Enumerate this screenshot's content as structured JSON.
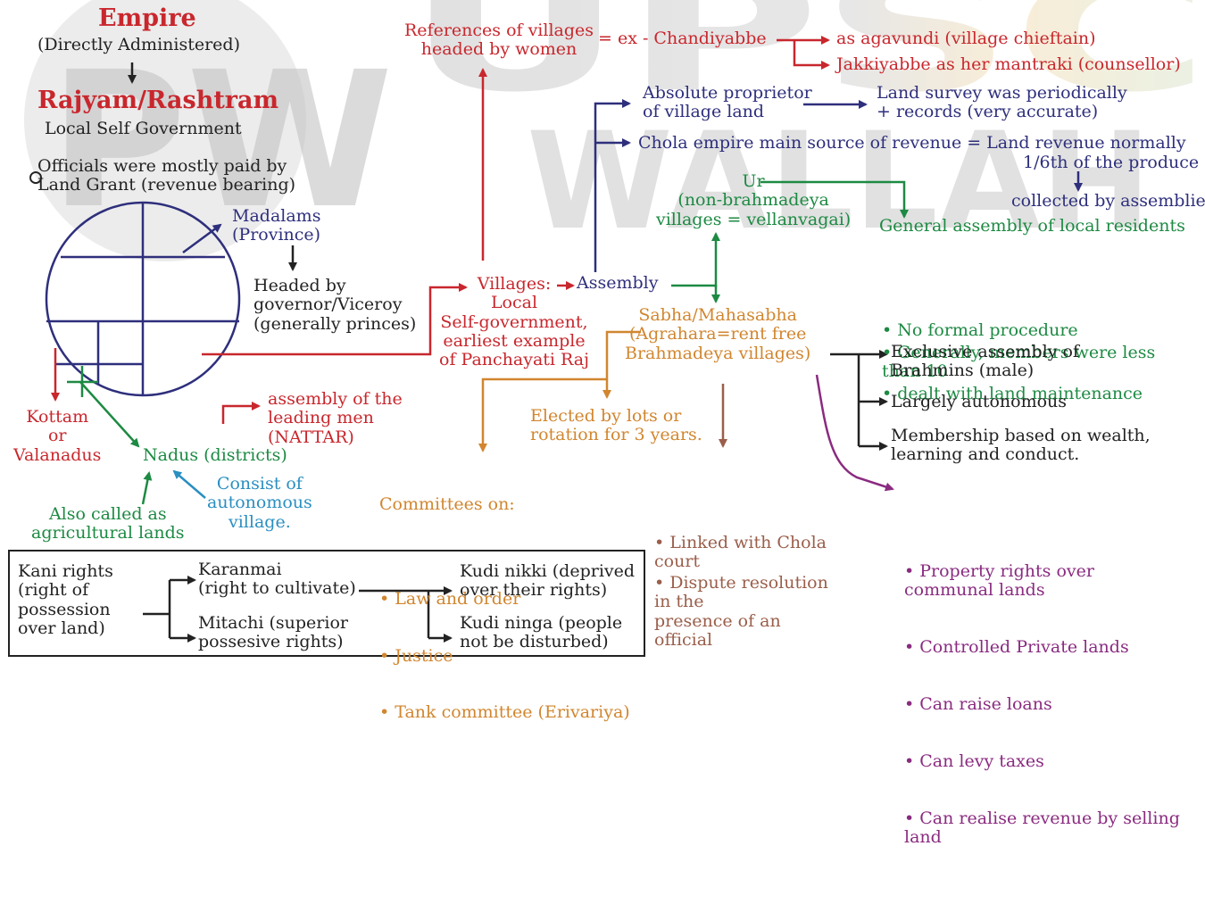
{
  "watermark": {
    "left": "PW",
    "top": "UPSC",
    "bottom": "WALLAH"
  },
  "colors": {
    "red": "#c8272d",
    "blue": "#2e2f7c",
    "green": "#1d8a43",
    "orange": "#d1862f",
    "brown": "#9a5e4a",
    "purple": "#8a2b80",
    "cyan": "#2a8fc1",
    "dark": "#222222"
  },
  "empire": {
    "title": "Empire",
    "subtitle": "(Directly Administered)",
    "rajyam": "Rajyam/Rashtram",
    "local": "Local Self Government",
    "officials": "Officials were mostly paid by\nLand Grant (revenue bearing)"
  },
  "madalams": {
    "label": "Madalams\n(Province)",
    "headed": "Headed by\ngovernor/Viceroy\n(generally princes)"
  },
  "kottam": "Kottam\nor\nValanadus",
  "nadus": {
    "label": "Nadus (districts)",
    "nattar": "assembly of the\nleading men\n(NATTAR)",
    "also": "Also called as\nagricultural lands",
    "consist": "Consist of\nautonomous\nvillage."
  },
  "villages": {
    "label": "Villages:\nLocal\nSelf-government,\nearliest example\nof Panchayati Raj",
    "assembly": "Assembly"
  },
  "women": {
    "refs": "References of villages\nheaded by women",
    "example": "= ex - Chandiyabbe",
    "agavundi": "as agavundi (village chieftain)",
    "jakki": "Jakkiyabbe as her mantraki (counsellor)"
  },
  "land": {
    "proprietor": "Absolute proprietor\nof village land",
    "survey": "Land survey was periodically\n+ records (very accurate)",
    "revenue": "Chola empire main source of revenue = Land revenue normally",
    "sixth": "1/6th of the produce",
    "collected": "collected by assemblies"
  },
  "ur": {
    "label": "Ur\n(non-brahmadeya\nvillages = vellanvagai)",
    "general": "General assembly of local residents",
    "points": [
      "No formal procedure",
      "Generally, members were less\nthan 10",
      "dealt with land maintenance"
    ]
  },
  "sabha": {
    "label": "Sabha/Mahasabha\n(Agrahara=rent free\nBrahmadeya villages)",
    "exclusive": "Exclusive assembly of\nBrahmins (male)",
    "autonomous": "Largely autonomous",
    "membership": "Membership based on wealth,\nlearning and conduct.",
    "elected": "Elected by lots or\nrotation for 3 years.",
    "committees_title": "Committees on:",
    "committees": [
      "Law and order",
      "Justice",
      "Tank committee (Erivariya)"
    ],
    "linked": [
      "Linked with Chola\ncourt",
      "Dispute resolution\nin the\npresence of an\nofficial"
    ],
    "rights": [
      "Property rights over\ncommunal lands",
      "Controlled Private lands",
      "Can raise loans",
      "Can levy taxes",
      "Can realise revenue by selling\nland"
    ]
  },
  "kani": {
    "label": "Kani rights\n(right of\npossession\nover land)",
    "karanmai": "Karanmai\n(right to cultivate)",
    "mitachi": "Mitachi (superior\npossesive rights)",
    "nikki": "Kudi nikki (deprived\nover their rights)",
    "ninga": "Kudi ninga (people\nnot be disturbed)"
  }
}
